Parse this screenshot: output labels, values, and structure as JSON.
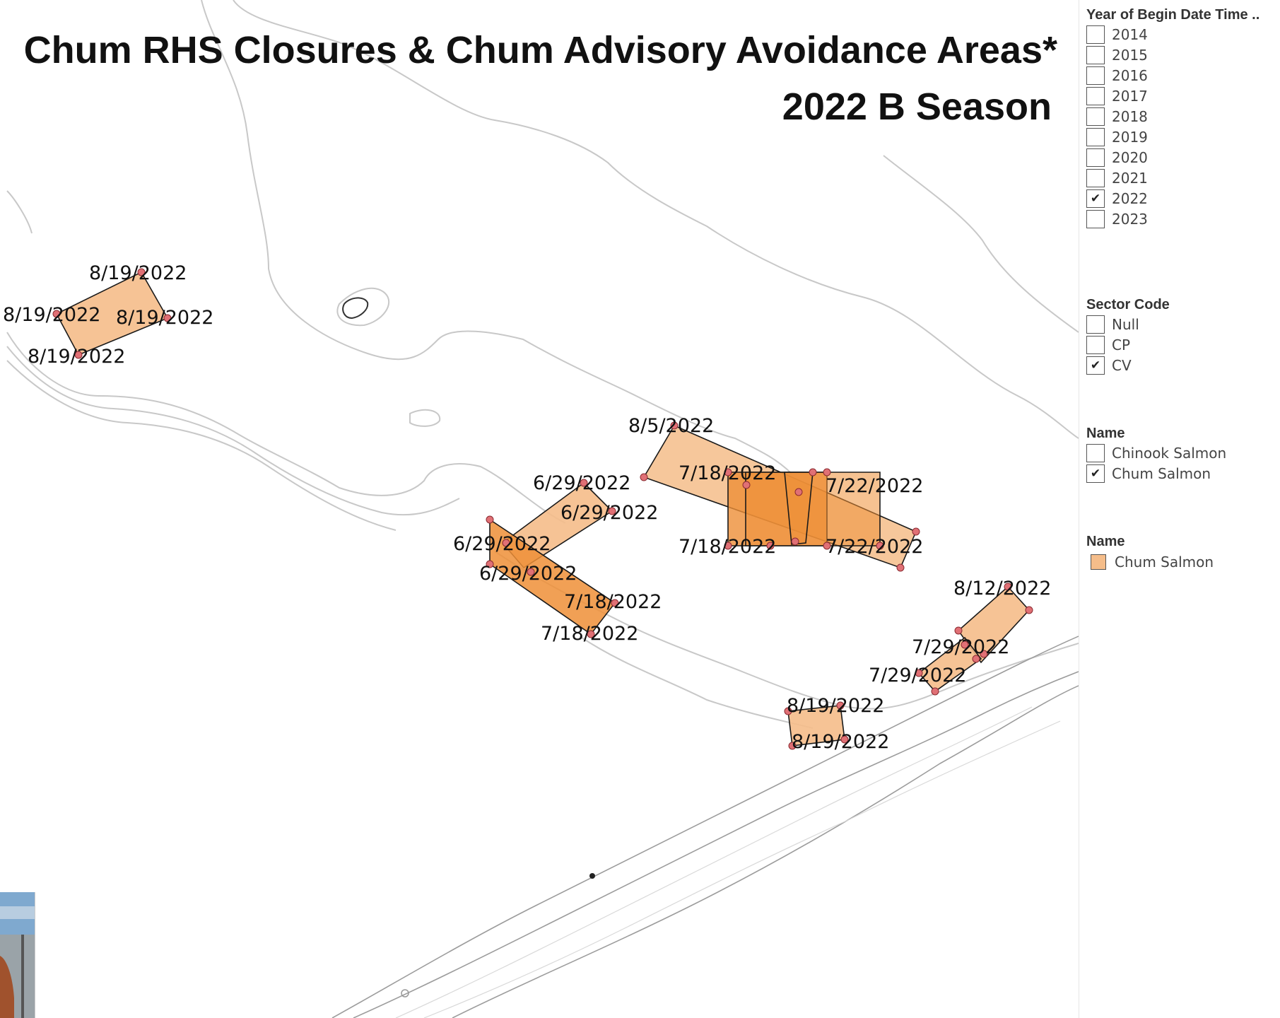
{
  "map": {
    "title_line1": "Chum RHS Closures & Chum Advisory Avoidance Areas*",
    "title_line2": "2022 B Season",
    "colors": {
      "fill_light": "#f5bd8a",
      "fill_dark": "#ee8f37",
      "stroke": "#1a1a1a",
      "vertex": "#e07075",
      "coast": "#c8c8c8"
    },
    "labels": [
      "8/19/2022",
      "8/19/2022",
      "8/19/2022",
      "8/19/2022",
      "8/5/2022",
      "7/18/2022",
      "7/22/2022",
      "7/18/2022",
      "7/22/2022",
      "6/29/2022",
      "6/29/2022",
      "6/29/2022",
      "6/29/2022",
      "7/18/2022",
      "7/18/2022",
      "8/12/2022",
      "7/29/2022",
      "7/29/2022",
      "8/19/2022",
      "8/19/2022"
    ]
  },
  "sidebar": {
    "year_filter": {
      "title": "Year of Begin Date Time ..",
      "items": [
        {
          "label": "2014",
          "checked": false
        },
        {
          "label": "2015",
          "checked": false
        },
        {
          "label": "2016",
          "checked": false
        },
        {
          "label": "2017",
          "checked": false
        },
        {
          "label": "2018",
          "checked": false
        },
        {
          "label": "2019",
          "checked": false
        },
        {
          "label": "2020",
          "checked": false
        },
        {
          "label": "2021",
          "checked": false
        },
        {
          "label": "2022",
          "checked": true
        },
        {
          "label": "2023",
          "checked": false
        }
      ]
    },
    "sector_filter": {
      "title": "Sector Code",
      "items": [
        {
          "label": "Null",
          "checked": false
        },
        {
          "label": "CP",
          "checked": false
        },
        {
          "label": "CV",
          "checked": true
        }
      ]
    },
    "name_filter": {
      "title": "Name",
      "items": [
        {
          "label": "Chinook Salmon",
          "checked": false
        },
        {
          "label": "Chum Salmon",
          "checked": true
        }
      ]
    },
    "name_legend": {
      "title": "Name",
      "items": [
        {
          "label": "Chum Salmon",
          "color": "#f5bd8a"
        }
      ]
    },
    "check_glyph": "✔"
  }
}
